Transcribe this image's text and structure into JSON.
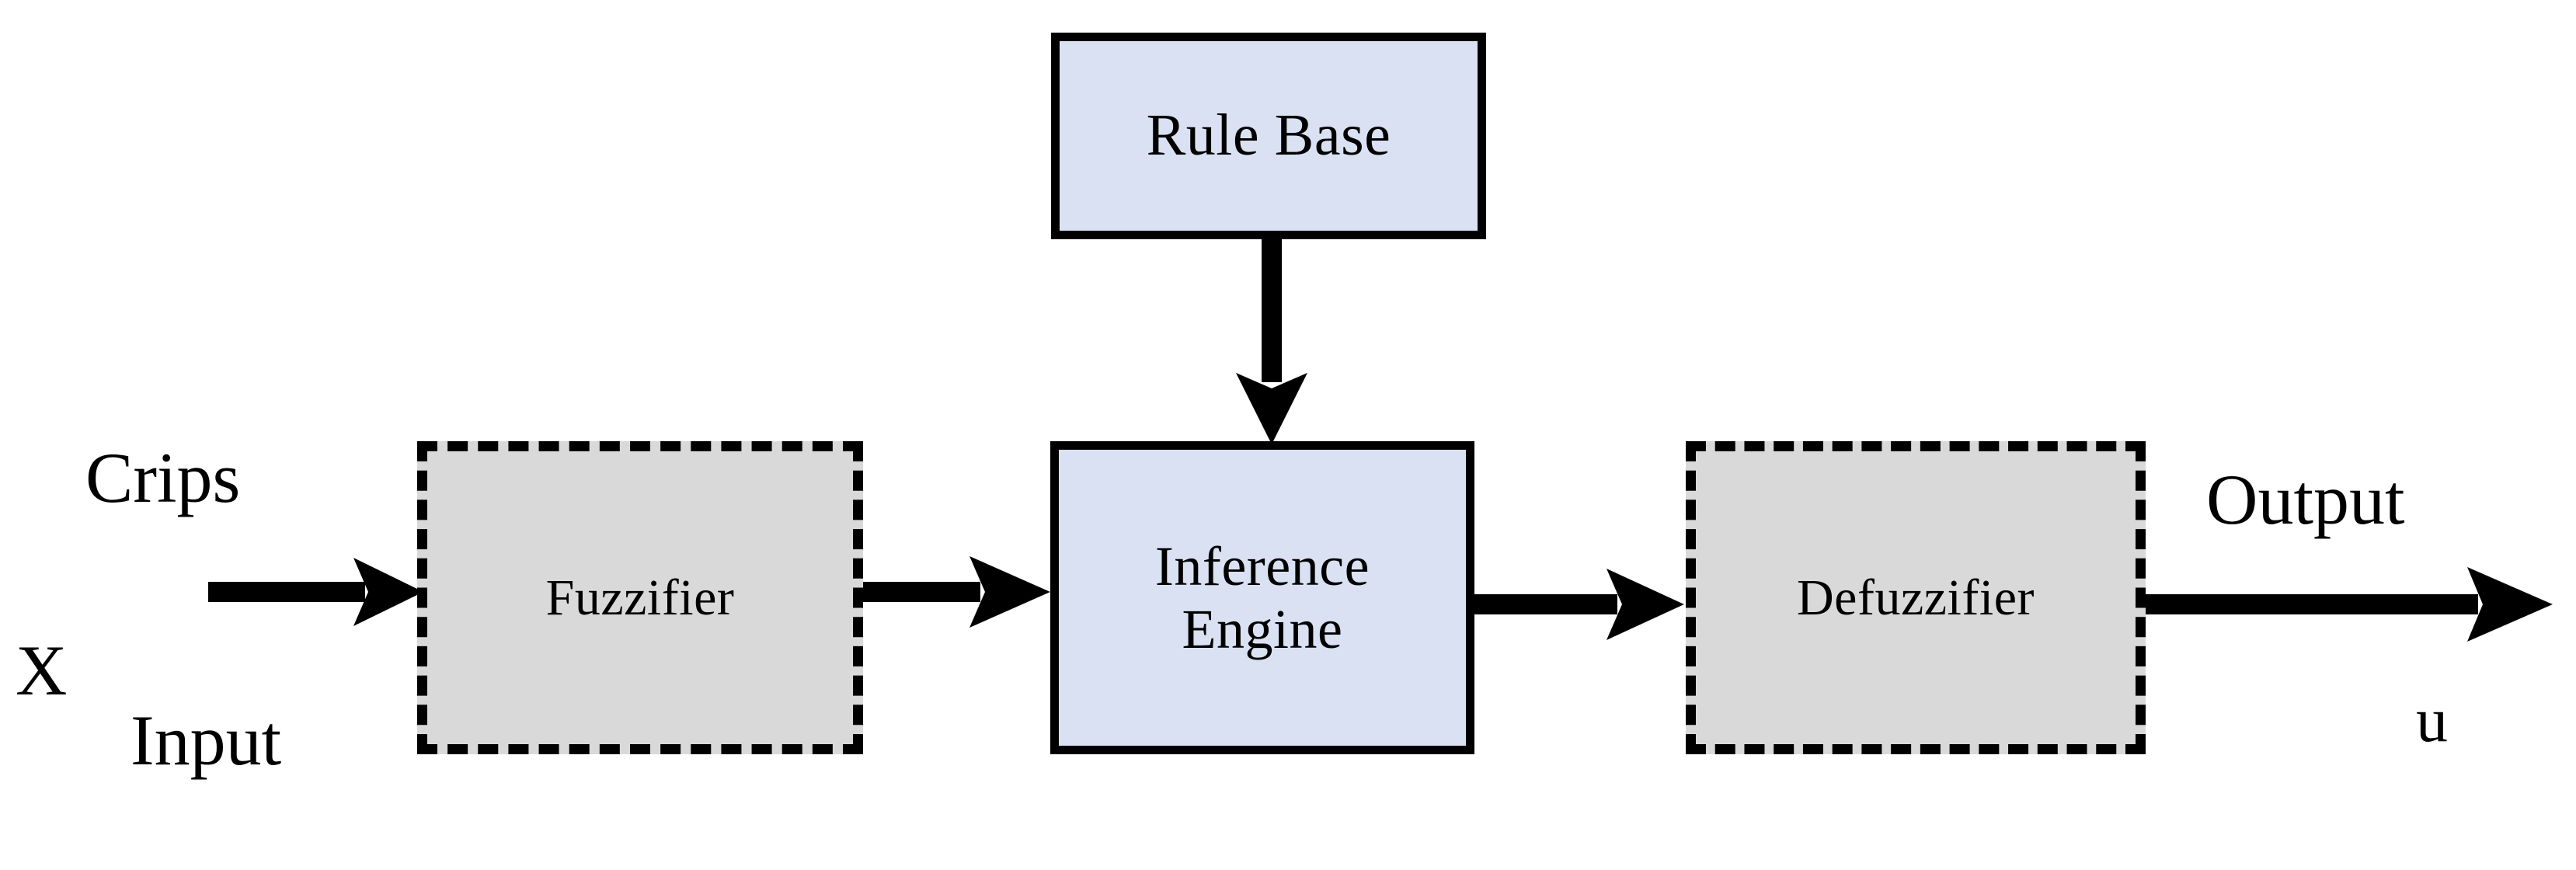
{
  "diagram": {
    "title": "Fuzzy Logic System Block Diagram",
    "background_color": "#ffffff",
    "stroke_color": "#000000",
    "blocks": [
      {
        "id": "rule-base",
        "label": "Rule Base",
        "fill": "#d9e1f2",
        "border_style": "solid",
        "border_color": "#000000"
      },
      {
        "id": "fuzzifier",
        "label": "Fuzzifier",
        "fill": "#d9d9d9",
        "border_style": "dashed",
        "border_color": "#000000"
      },
      {
        "id": "inference-engine",
        "label": "Inference\nEngine",
        "fill": "#d9e1f2",
        "border_style": "solid",
        "border_color": "#000000"
      },
      {
        "id": "defuzzifier",
        "label": "Defuzzifier",
        "fill": "#d9d9d9",
        "border_style": "dashed",
        "border_color": "#000000"
      }
    ],
    "labels": {
      "crisp_line1": "Crips",
      "crisp_symbol": "X",
      "crisp_line2": "Input",
      "output_line1": "Output",
      "output_symbol": "u"
    },
    "connections": [
      {
        "id": "input-to-fuzzifier",
        "from": "Crips X Input",
        "to": "Fuzzifier",
        "direction": "right"
      },
      {
        "id": "fuzzifier-to-inference",
        "from": "Fuzzifier",
        "to": "Inference Engine",
        "direction": "right"
      },
      {
        "id": "rule-base-to-inference",
        "from": "Rule Base",
        "to": "Inference Engine",
        "direction": "down"
      },
      {
        "id": "inference-to-defuzzifier",
        "from": "Inference Engine",
        "to": "Defuzzifier",
        "direction": "right"
      },
      {
        "id": "defuzzifier-to-output",
        "from": "Defuzzifier",
        "to": "Output u",
        "direction": "right"
      }
    ]
  }
}
